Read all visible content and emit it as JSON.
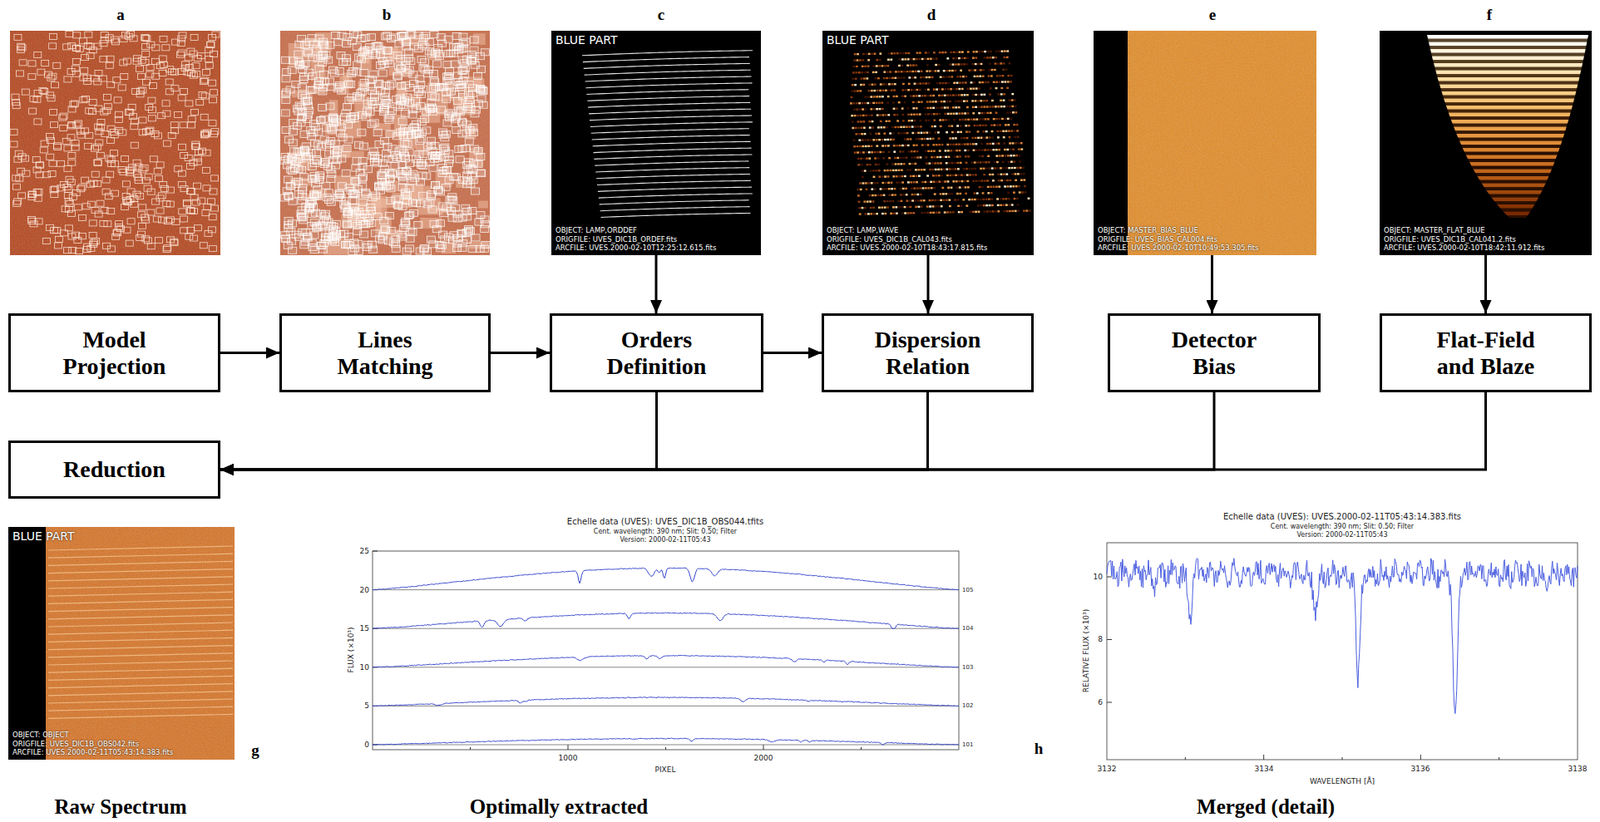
{
  "diagram": {
    "nodes": [
      {
        "text": [
          "BLUE PART",
          "OBJECT: LAMP,ORDDEF",
          "ORIGFILE: UVES_DIC1B_ORDEF.fits",
          "ARCFILE: UVES.2000-02-10T12:25:12.615.fits"
        ]
      },
      {
        "text": [
          "BLUE PART",
          "OBJECT: LAMP,WAVE",
          "ORIGFILE: UVES_DIC1B_CAL043.fits",
          "ARCFILE: UVES.2000-02-10T18:43:17.815.fits"
        ]
      },
      {
        "text": [
          "OBJECT: MASTER_BIAS_BLUE",
          "ORIGFILE: UVES_BIAS_CAL004.fits",
          "ARCFILE: UVES.2000-02-10T10:49:53.305.fits"
        ]
      },
      {
        "text": [
          "OBJECT: MASTER_FLAT_BLUE",
          "ORIGFILE: UVES_DIC1B_CAL041.2.fits",
          "ARCFILE: UVES.2000-02-10T18:42:11.912.fits"
        ]
      },
      {
        "text": [
          "Model Projection"
        ]
      },
      {
        "text": [
          "Lines Matching"
        ]
      },
      {
        "text": [
          "Orders Definition"
        ]
      },
      {
        "text": [
          "Dispersion Relation"
        ]
      },
      {
        "text": [
          "Detector Bias"
        ]
      },
      {
        "text": [
          "Flat-Field and Blaze"
        ]
      },
      {
        "text": [
          "Reduction"
        ]
      },
      {
        "text": [
          "BLUE PART",
          "OBJECT: OBJECT",
          "ORIGFILE: UVES_DIC1B_OBS042.fits",
          "ARCFILE: UVES.2000-02-11T05:43:14.383.fits"
        ]
      }
    ],
    "edges": [
      {
        "from": 0,
        "to": 6,
        "arrow": "to"
      },
      {
        "from": 1,
        "to": 7,
        "arrow": "to"
      },
      {
        "from": 2,
        "to": 8,
        "arrow": "to"
      },
      {
        "from": 3,
        "to": 9,
        "arrow": "to"
      },
      {
        "from": 4,
        "to": 5,
        "arrow": "to"
      },
      {
        "from": 5,
        "to": 6,
        "arrow": "to"
      },
      {
        "from": 6,
        "to": 7,
        "arrow": "to"
      },
      {
        "from": 6,
        "to": 10,
        "arrow": "to"
      },
      {
        "from": 7,
        "to": 10,
        "arrow": "to"
      },
      {
        "from": 8,
        "to": 10,
        "arrow": "to"
      },
      {
        "from": 9,
        "to": 10,
        "arrow": "to"
      }
    ],
    "labels": [
      "a",
      "b",
      "c",
      "d",
      "e",
      "f",
      "g",
      "Raw Spectrum",
      "Optimally extracted",
      "h",
      "Merged (detail)",
      "Echelle data (UVES): UVES_DIC1B_OBS044.tfits",
      "Cent. wavelength: 390 nm; Slit: 0.50; Filter",
      "Version: 2000-02-11T05:43",
      "FLUX (×10³)",
      "0",
      "5",
      "10",
      "15",
      "20",
      "25",
      "1000",
      "2000",
      "PIXEL",
      "105",
      "104",
      "103",
      "102",
      "101",
      "Echelle data (UVES): UVES.2000-02-11T05:43:14.383.fits",
      "Cent. wavelength: 390 nm; Slit: 0.50; Filter",
      "Version: 2000-02-11T05:43",
      "RELATIVE FLUX (×10³)",
      "10",
      "8",
      "6",
      "3132",
      "3134",
      "3136",
      "3138",
      "WAVELENGTH [Å]"
    ]
  }
}
